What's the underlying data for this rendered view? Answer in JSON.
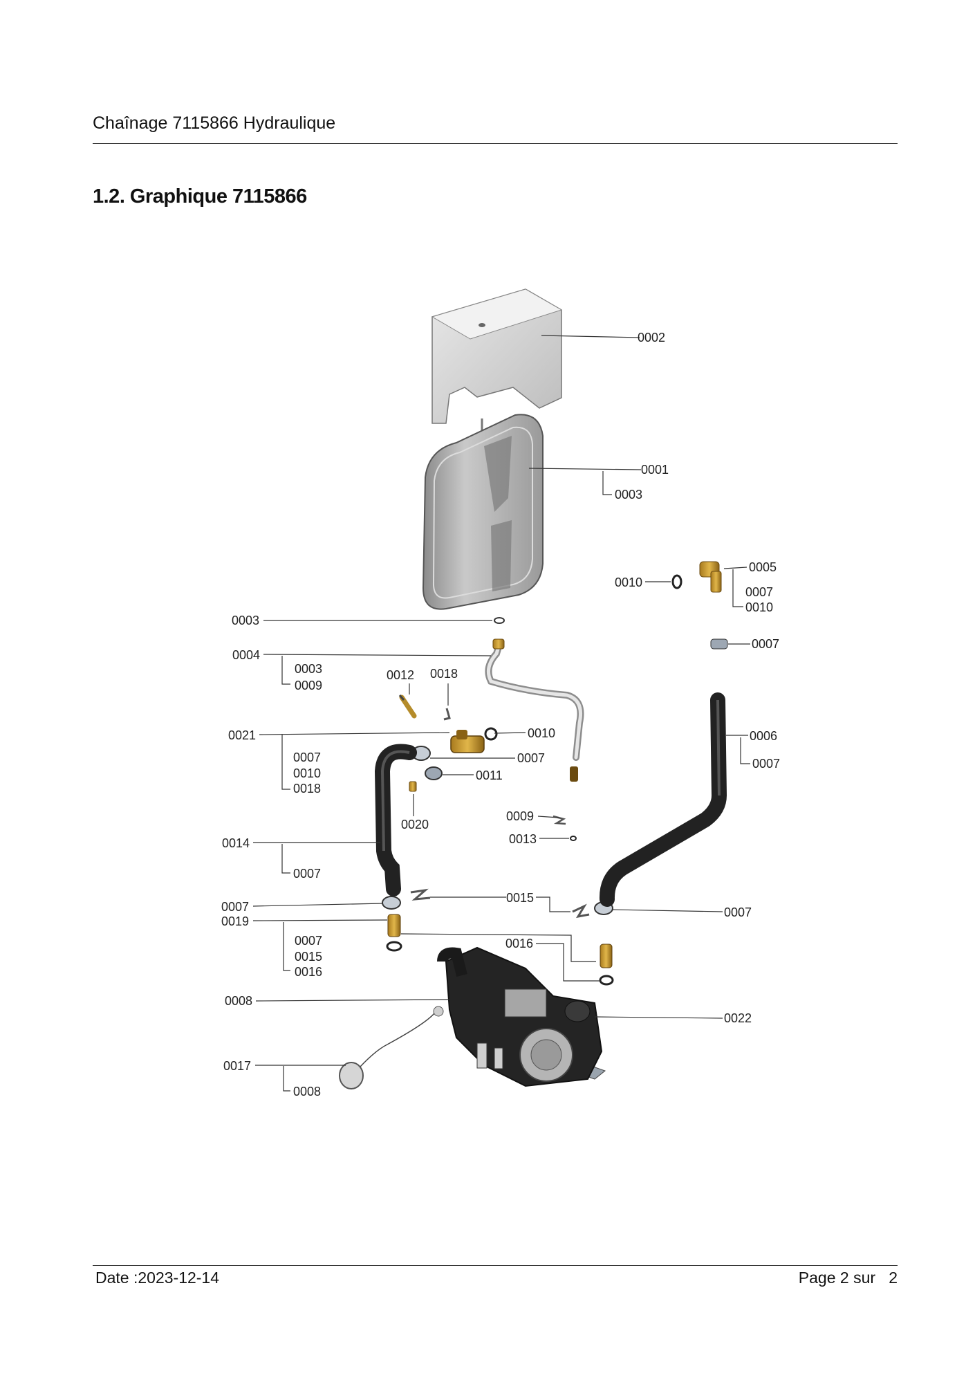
{
  "header": {
    "title": "Chaînage 7115866 Hydraulique"
  },
  "section": {
    "heading": "1.2. Graphique 7115866"
  },
  "footer": {
    "date": "Date :2023-12-14",
    "page": "Page 2 sur   2"
  },
  "diagram": {
    "callouts": [
      "0002",
      "0001",
      "0003",
      "0005",
      "0007",
      "0010",
      "0010",
      "0007",
      "0003",
      "0004",
      "0003",
      "0009",
      "0012",
      "0018",
      "0021",
      "0007",
      "0010",
      "0018",
      "0010",
      "0007",
      "0011",
      "0006",
      "0007",
      "0020",
      "0009",
      "0013",
      "0014",
      "0007",
      "0007",
      "0015",
      "0007",
      "0019",
      "0007",
      "0015",
      "0016",
      "0016",
      "0008",
      "0022",
      "0017",
      "0008"
    ]
  }
}
